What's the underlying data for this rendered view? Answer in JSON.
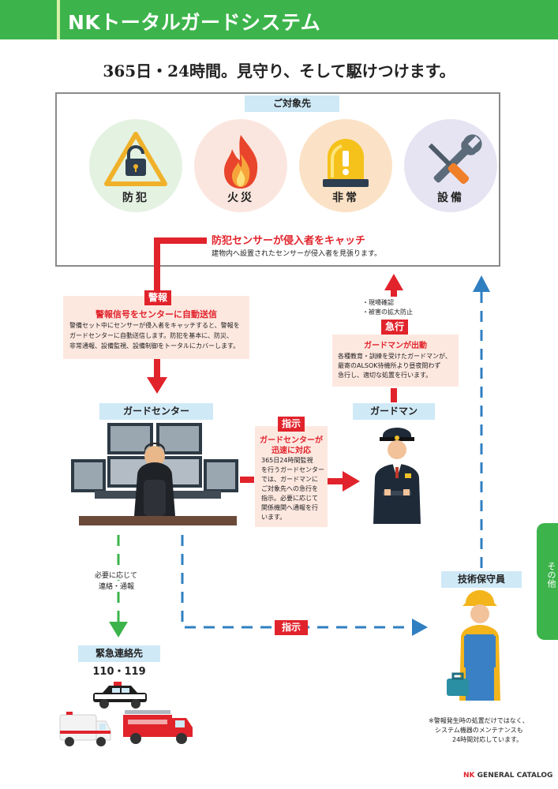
{
  "header": {
    "title": "NKトータルガードシステム",
    "subtitle": "365日・24時間。見守り、そして駆けつけます。"
  },
  "targets": {
    "label": "ご対象先",
    "items": [
      {
        "label": "防犯",
        "icon": "padlock-warning-icon",
        "color": "#e4f2e2"
      },
      {
        "label": "火災",
        "icon": "flame-icon",
        "color": "#fbe6df"
      },
      {
        "label": "非常",
        "icon": "emergency-siren-icon",
        "color": "#fbe2c6"
      },
      {
        "label": "設備",
        "icon": "wrench-screwdriver-icon",
        "color": "#e6e4f2"
      }
    ],
    "sensor_title": "防犯センサーが侵入者をキャッチ",
    "sensor_text": "建物内へ設置されたセンサーが侵入者を見張ります。"
  },
  "alarm": {
    "tag": "警報",
    "title": "警報信号をセンターに自動送信",
    "lines": [
      "警備セット中にセンサーが侵入者をキャッチすると、警報を",
      "ガードセンターに自動送信します。防犯を基本に、防災、",
      "非常通報、設備監視、設備制御をトータルにカバーします。"
    ]
  },
  "guard_center": {
    "label": "ガードセンター"
  },
  "instruction": {
    "tag": "指示",
    "title_lines": [
      "ガードセンターが",
      "迅速に対応"
    ],
    "lines": [
      "365日24時間監視",
      "を行うガードセンター",
      "では、ガードマンに",
      "ご対象先への急行を",
      "指示。必要に応じて",
      "関係機関へ通報を行",
      "います。"
    ]
  },
  "guardman": {
    "label": "ガードマン",
    "notes": [
      "・現場確認",
      "・被害の拡大防止"
    ],
    "tag": "急行",
    "title": "ガードマンが出動",
    "lines": [
      "各種教育・訓練を受けたガードマンが、",
      "最寄のALSOK待機所より昼夜問わず",
      "急行し、適切な処置を行います。"
    ]
  },
  "emergency": {
    "note_lines": [
      "必要に応じて",
      "連絡・通報"
    ],
    "label": "緊急連絡先",
    "numbers": "110・119"
  },
  "dispatch_tag": "指示",
  "technician": {
    "label": "技術保守員",
    "lines": [
      "※警報発生時の処置だけではなく、",
      "システム機器のメンテナンスも",
      "24時間対応しています。"
    ]
  },
  "side_tab": "その他",
  "footer": {
    "brand": "NK",
    "catalog": "GENERAL CATALOG"
  },
  "colors": {
    "green": "#3cb44b",
    "red": "#e1232b",
    "blue": "#2f7fc1",
    "pink": "#fde8e0",
    "lightblue": "#cfe9f7"
  }
}
